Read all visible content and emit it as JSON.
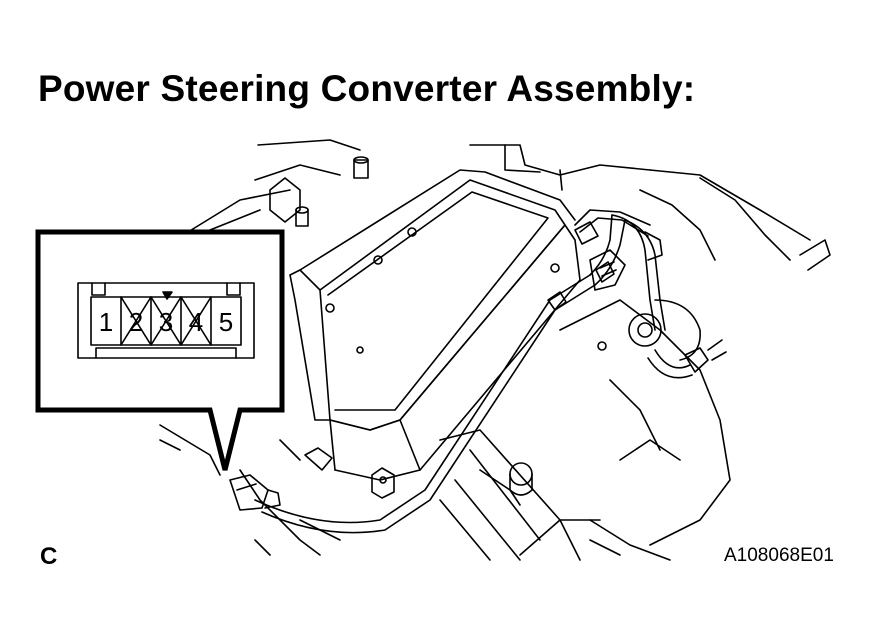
{
  "title": "Power Steering Converter Assembly:",
  "connector": {
    "pins": [
      "1",
      "2",
      "3",
      "4",
      "5"
    ],
    "crossed_pins": [
      "2",
      "3",
      "4"
    ]
  },
  "corner_label": "C",
  "figure_id": "A108068E01"
}
